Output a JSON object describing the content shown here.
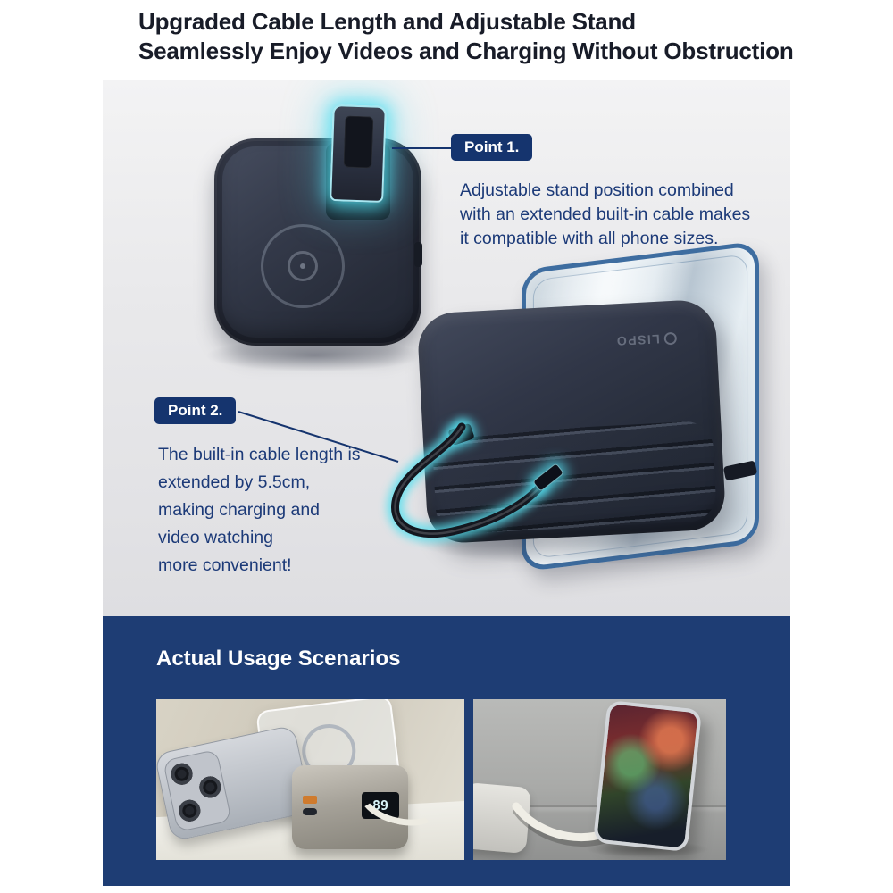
{
  "header": {
    "title_line1": "Upgraded Cable Length and Adjustable Stand",
    "title_line2": "Seamlessly Enjoy Videos and Charging Without Obstruction"
  },
  "annotations": {
    "point1": {
      "label": "Point 1.",
      "lines": [
        "Adjustable stand position combined",
        "with an extended built-in cable makes",
        "it compatible with all phone sizes."
      ]
    },
    "point2": {
      "label": "Point 2.",
      "lines": [
        "The built-in cable length is",
        "extended by 5.5cm,",
        "making charging and",
        "video watching",
        "more convenient!"
      ]
    }
  },
  "usage_section": {
    "heading": "Actual Usage Scenarios"
  },
  "device": {
    "brand": "LISPO",
    "battery_display": "89"
  },
  "colors": {
    "title_text": "#181c28",
    "annotation_navy": "#15346e",
    "body_text_navy": "#1c3a78",
    "panel_navy": "#1e3d74",
    "glow_cyan": "#59e0ef"
  }
}
